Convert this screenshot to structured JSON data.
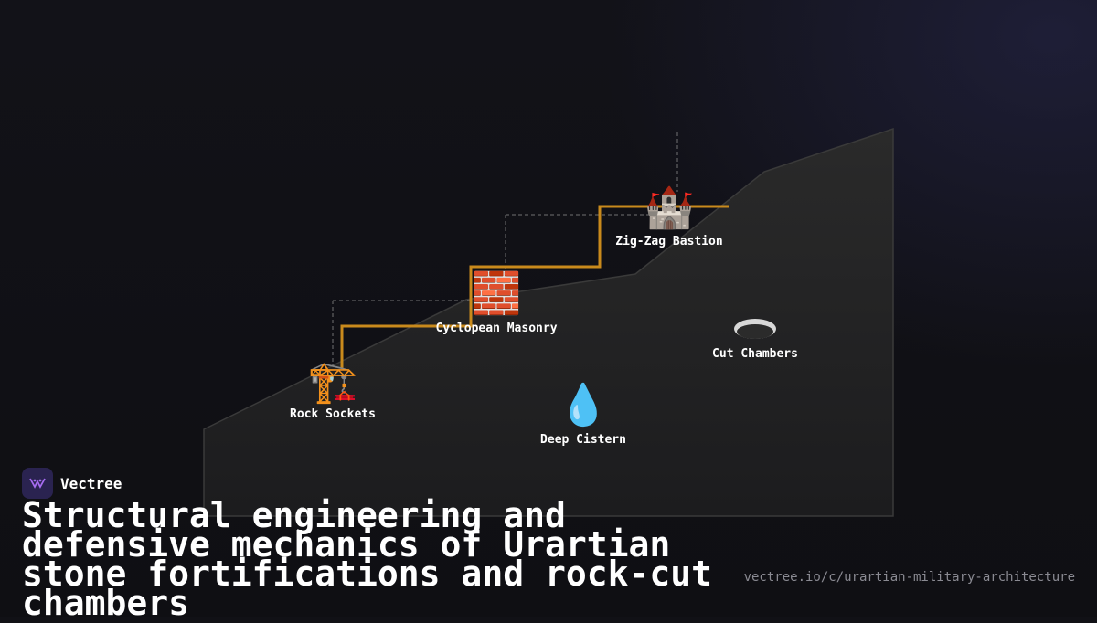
{
  "brand": {
    "name": "Vectree",
    "logo_icon": "vectree-logo-icon",
    "accent": "#a66cf0"
  },
  "title": "Structural engineering and defensive mechanics of Urartian stone fortifications and rock-cut chambers",
  "url": "vectree.io/c/urartian-military-architecture",
  "colors": {
    "path": "#c98a1c",
    "mountain": "#252525",
    "guide": "#9a9a9a"
  },
  "nodes": [
    {
      "id": "rock-sockets",
      "label": "Rock Sockets",
      "icon": "construction-crane-icon",
      "emoji": "🏗️"
    },
    {
      "id": "cyclopean-masonry",
      "label": "Cyclopean Masonry",
      "icon": "brick-icon",
      "emoji": "🧱"
    },
    {
      "id": "zig-zag-bastion",
      "label": "Zig-Zag Bastion",
      "icon": "castle-icon",
      "emoji": "🏰"
    },
    {
      "id": "deep-cistern",
      "label": "Deep Cistern",
      "icon": "water-drop-icon",
      "emoji": "💧"
    },
    {
      "id": "cut-chambers",
      "label": "Cut Chambers",
      "icon": "hole-icon",
      "emoji": ""
    }
  ]
}
